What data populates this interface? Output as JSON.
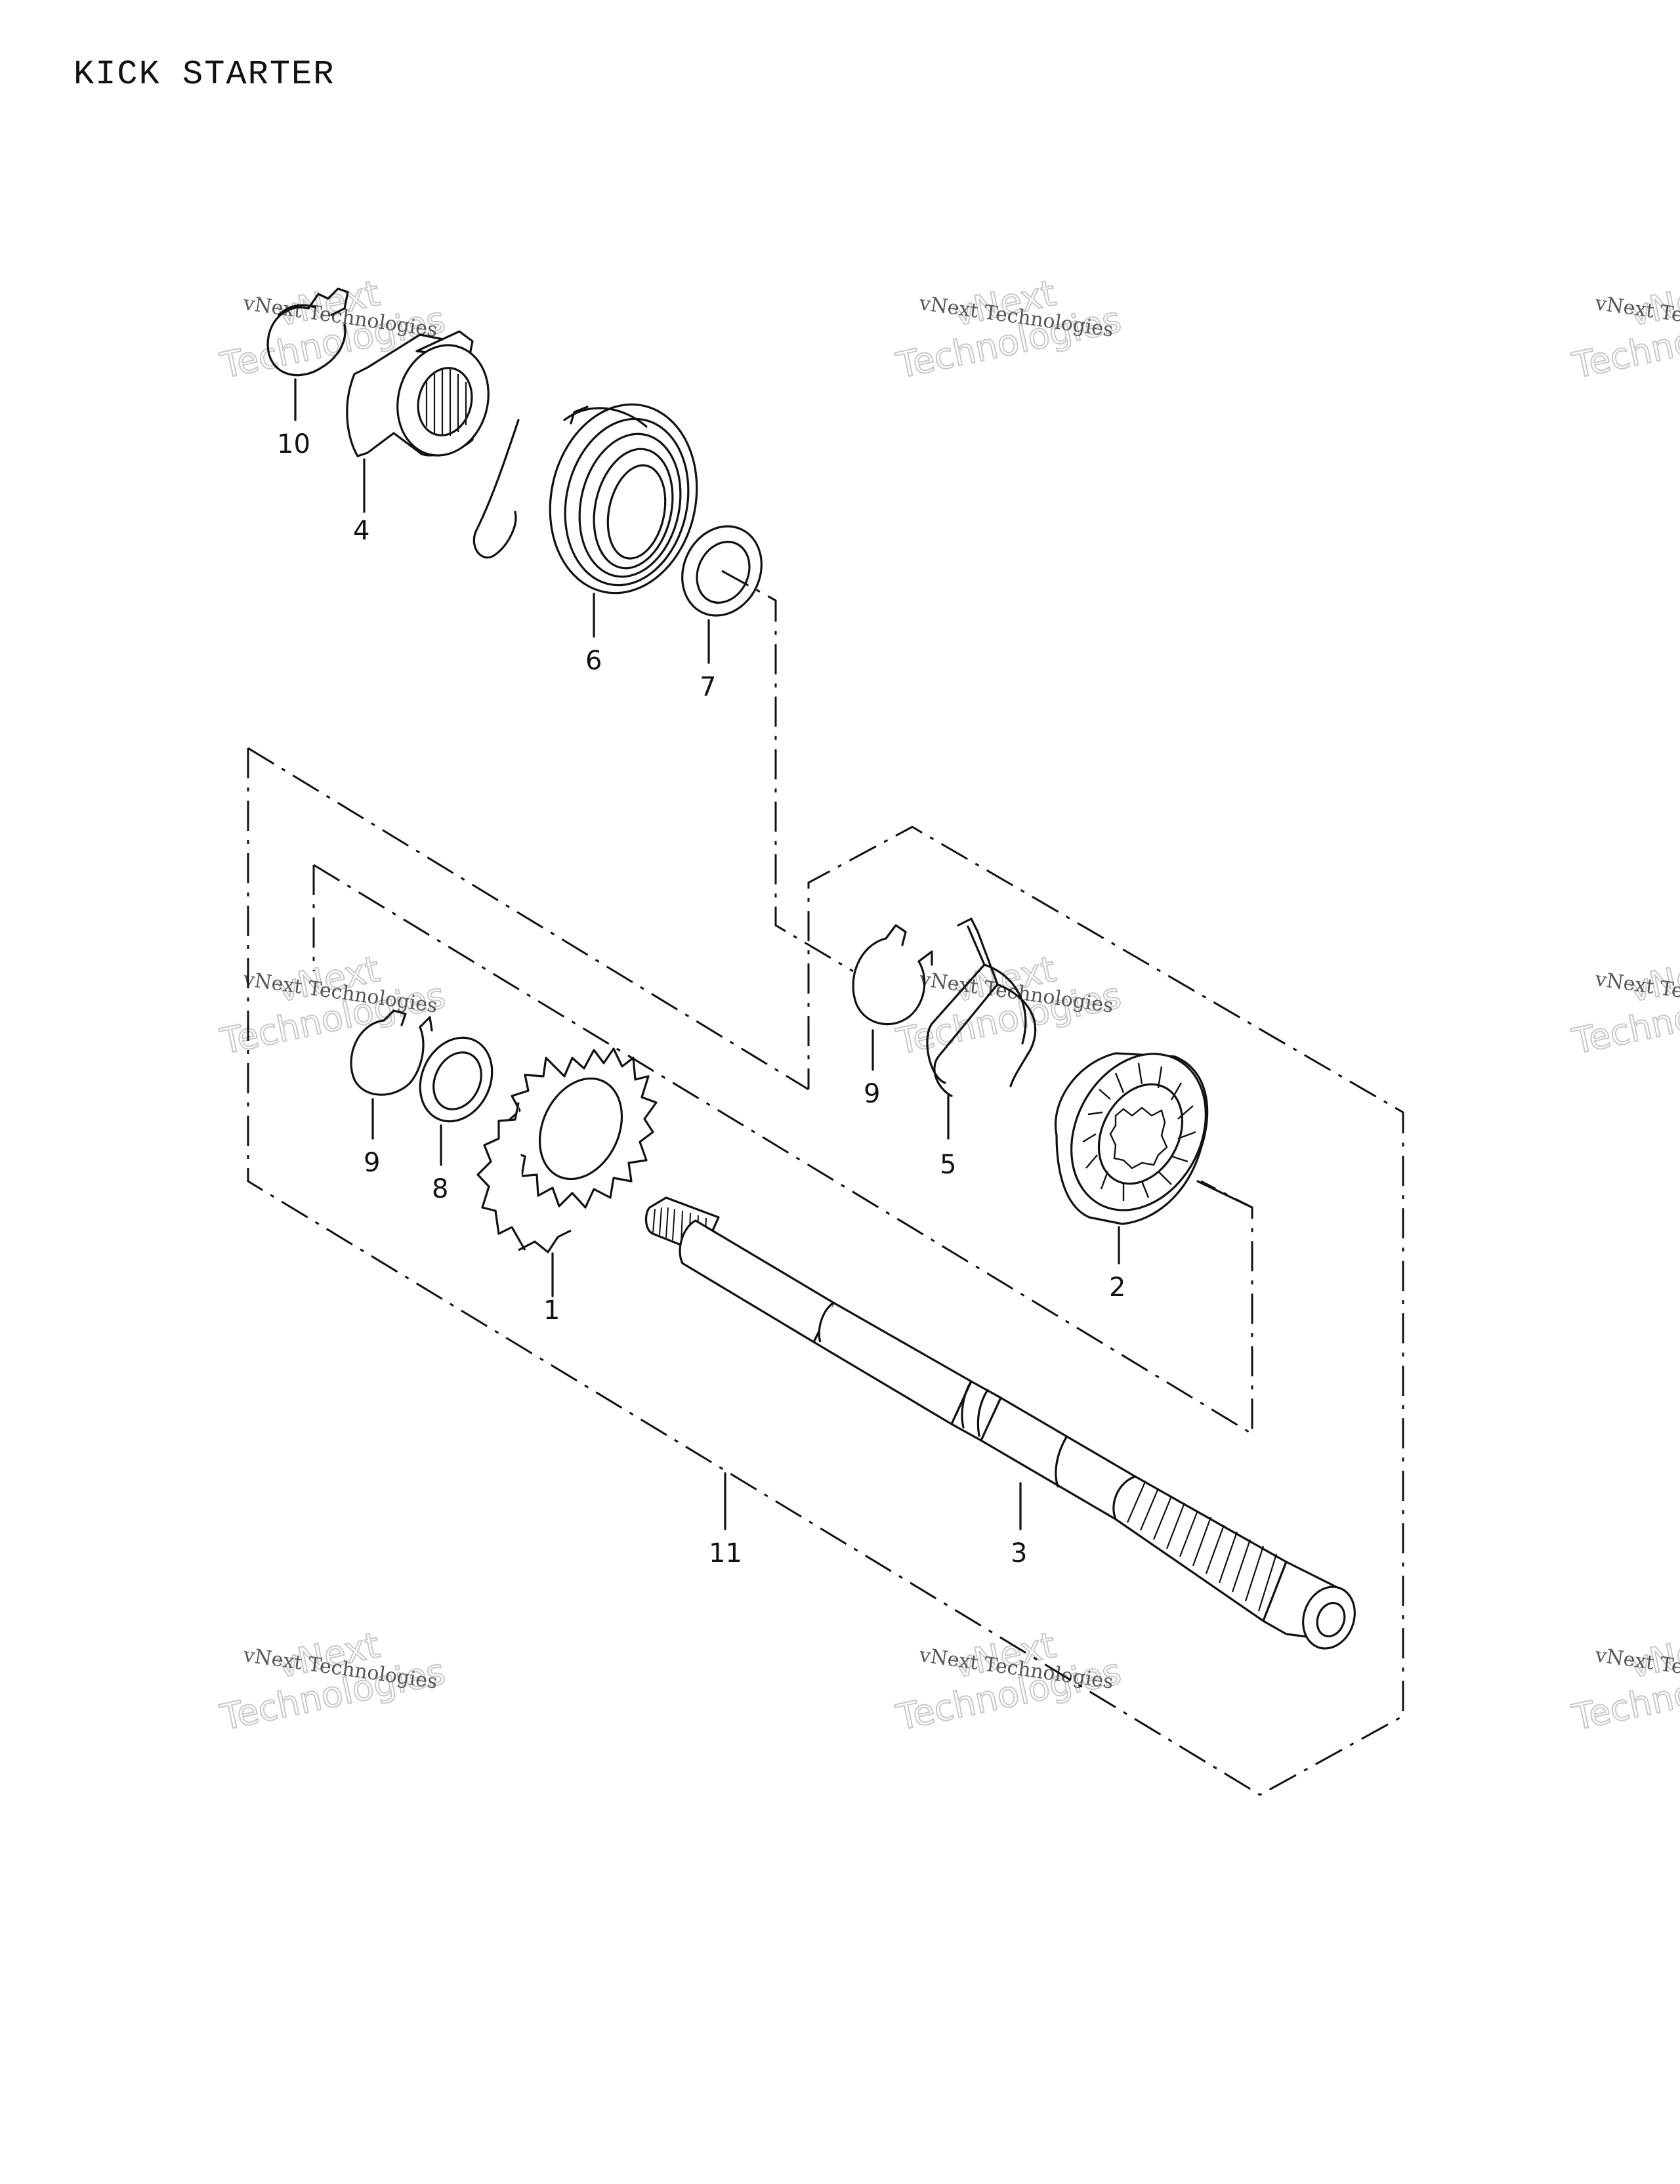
{
  "title": "KICK STARTER",
  "callouts": [
    {
      "id": "part-1",
      "label": "1"
    },
    {
      "id": "part-2",
      "label": "2"
    },
    {
      "id": "part-3",
      "label": "3"
    },
    {
      "id": "part-4",
      "label": "4"
    },
    {
      "id": "part-5",
      "label": "5"
    },
    {
      "id": "part-6",
      "label": "6"
    },
    {
      "id": "part-7",
      "label": "7"
    },
    {
      "id": "part-8",
      "label": "8"
    },
    {
      "id": "part-9a",
      "label": "9"
    },
    {
      "id": "part-9b",
      "label": "9"
    },
    {
      "id": "part-10",
      "label": "10"
    },
    {
      "id": "part-11",
      "label": "11"
    }
  ],
  "watermark": {
    "line1": "vNext Technologies",
    "line2": "vNext",
    "line3": "Technologies"
  }
}
